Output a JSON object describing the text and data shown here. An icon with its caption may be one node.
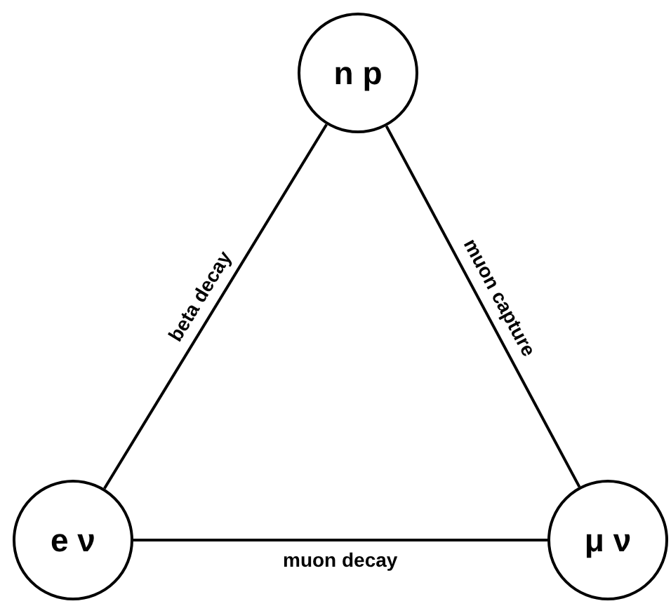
{
  "diagram": {
    "nodes": [
      {
        "text": [
          "n p"
        ]
      },
      {
        "text": [
          "e ν"
        ]
      },
      {
        "text": [
          "μ ν"
        ]
      }
    ],
    "edges": [
      {
        "from": 0,
        "to": 1,
        "arrow": "none",
        "label": "beta decay"
      },
      {
        "from": 0,
        "to": 2,
        "arrow": "none",
        "label": "muon capture"
      },
      {
        "from": 1,
        "to": 2,
        "arrow": "none",
        "label": "muon decay"
      }
    ]
  }
}
